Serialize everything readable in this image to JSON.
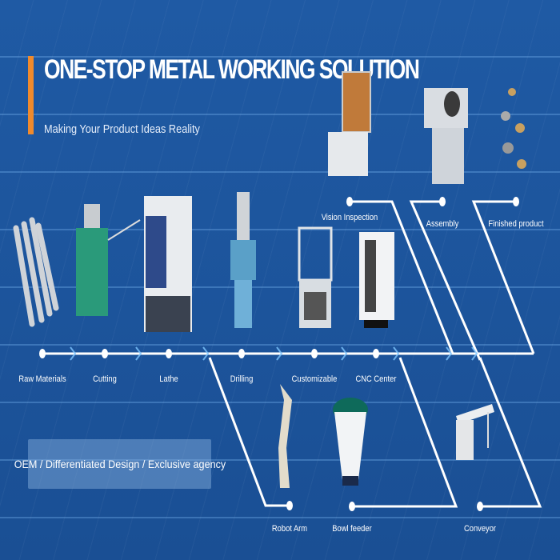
{
  "header": {
    "title": "ONE-STOP METAL WORKING SOLUTION",
    "subtitle": "Making Your Product Ideas Reality"
  },
  "banner": {
    "text": "OEM / Differentiated Design / Exclusive agency"
  },
  "main_steps": [
    {
      "label": "Raw Materials"
    },
    {
      "label": "Cutting"
    },
    {
      "label": "Lathe"
    },
    {
      "label": "Drilling"
    },
    {
      "label": "Customizable"
    },
    {
      "label": "CNC Center"
    }
  ],
  "upper_steps": [
    {
      "label": "Vision Inspection"
    },
    {
      "label": "Assembly"
    },
    {
      "label": "Finished product"
    }
  ],
  "lower_steps": [
    {
      "label": "Robot Arm"
    },
    {
      "label": "Bowl feeder"
    },
    {
      "label": "Conveyor"
    }
  ],
  "colors": {
    "background": "#1d57a0",
    "accent": "#f08a2c",
    "line": "#ffffff"
  }
}
